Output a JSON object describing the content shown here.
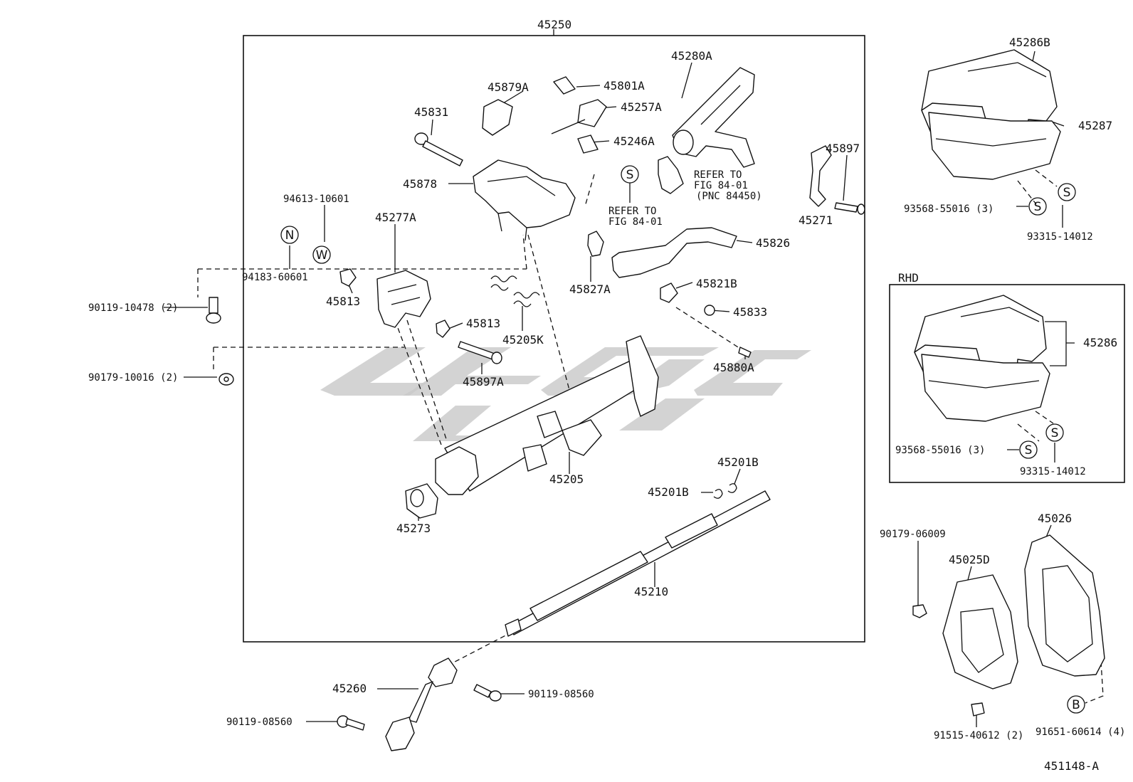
{
  "diagram": {
    "frame_label": "45250",
    "rhd_label": "RHD",
    "figure_code": "451148-A",
    "refer_notes": [
      {
        "lines": [
          "REFER TO",
          "FIG 84-01",
          "(PNC 84450)"
        ]
      },
      {
        "lines": [
          "REFER TO",
          "FIG 84-01"
        ]
      }
    ],
    "symbols": [
      "S",
      "S",
      "S",
      "S",
      "S",
      "N",
      "W",
      "B"
    ],
    "part_labels": [
      "45286B",
      "45287",
      "93568-55016 (3)",
      "93315-14012",
      "45286",
      "93568-55016 (3)",
      "93315-14012",
      "45280A",
      "45879A",
      "45801A",
      "45257A",
      "45246A",
      "45831",
      "45878",
      "45897",
      "45271",
      "45826",
      "45827A",
      "45821B",
      "45833",
      "45880A",
      "94613-10601",
      "94183-60601",
      "45277A",
      "45813",
      "45813",
      "45205K",
      "45897A",
      "90119-10478 (2)",
      "90179-10016 (2)",
      "45205",
      "45273",
      "45201B",
      "45201B",
      "45210",
      "45260",
      "90119-08560",
      "90119-08560",
      "90179-06009",
      "45025D",
      "45026",
      "91515-40612 (2)",
      "91651-60614 (4)"
    ]
  }
}
